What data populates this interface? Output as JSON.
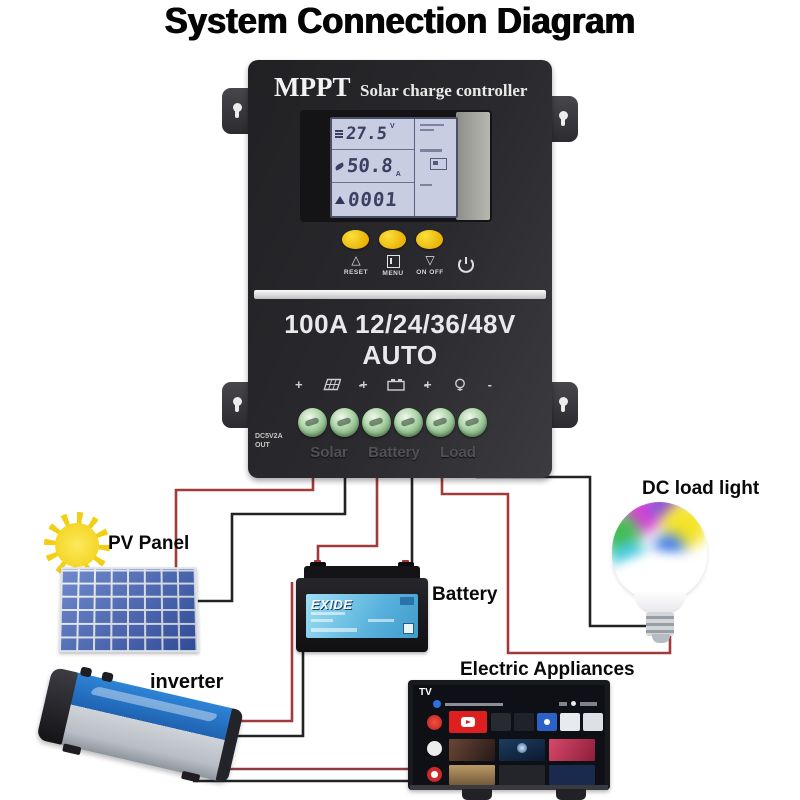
{
  "title": "System Connection Diagram",
  "controller": {
    "brand": "MPPT",
    "product_name": "Solar charge controller",
    "rating_text": "100A 12/24/36/48V AUTO",
    "usb_label": "DC5V2A",
    "usb_label2": "OUT",
    "lcd": {
      "pv_value": "27.5",
      "pv_unit": "V",
      "battery_value": "50.8",
      "battery_unit": "A",
      "counter_value": "0001"
    },
    "buttons": [
      {
        "label": "RESET",
        "glyph": "△"
      },
      {
        "label": "MENU"
      },
      {
        "label": "ON OFF",
        "glyph": "▽"
      }
    ],
    "terminal_groups": [
      {
        "name": "Solar",
        "plus": "+",
        "minus": "-"
      },
      {
        "name": "Battery",
        "plus": "+",
        "minus": "-"
      },
      {
        "name": "Load",
        "plus": "+",
        "minus": "-"
      }
    ]
  },
  "components": {
    "pv_panel": {
      "label": "PV Panel"
    },
    "battery": {
      "label": "Battery",
      "brand": "EXIDE"
    },
    "dc_load": {
      "label": "DC load light"
    },
    "inverter": {
      "label": "inverter"
    },
    "appliances": {
      "label": "Electric Appliances",
      "tv_logo": "TV"
    }
  },
  "colors": {
    "wire_positive": "#a33a3a",
    "wire_negative": "#232323",
    "wire_link_red": "#8c3a44",
    "button_yellow": "#efc20e",
    "terminal_green": "#8fc48f",
    "panel_blue": "#3a5cb8",
    "inverter_blue": "#2e84d6",
    "lcd_bg": "#c9cde2"
  }
}
